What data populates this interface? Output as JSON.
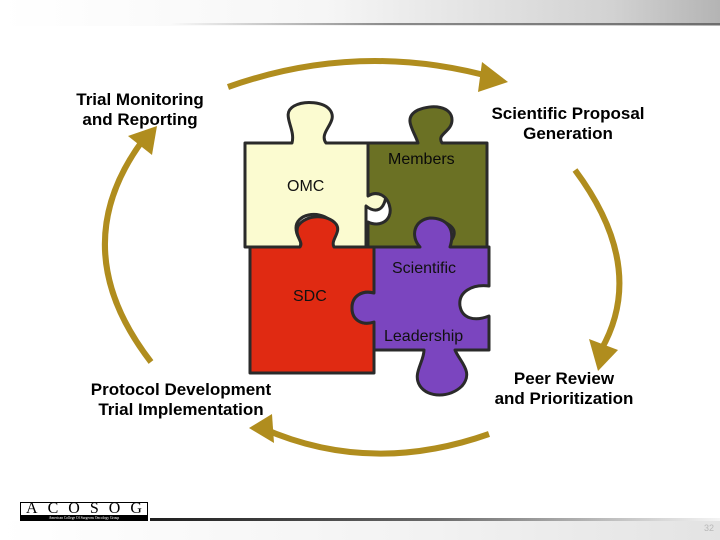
{
  "colors": {
    "arrow": "#b08d1e",
    "arrow_dark": "#8c6f16",
    "piece_omc": "#fbfbd0",
    "piece_members": "#6b7124",
    "piece_sdc": "#e02a12",
    "piece_scientific": "#7b45bf",
    "outline": "#2a2a2a"
  },
  "diagram": {
    "top_left_label": {
      "line1": "Trial Monitoring",
      "line2": "and Reporting"
    },
    "top_right_label": {
      "line1": "Scientific Proposal",
      "line2": "Generation"
    },
    "bottom_left_label": {
      "line1": "Protocol Development",
      "line2": "Trial Implementation"
    },
    "bottom_right_label": {
      "line1": "Peer Review",
      "line2": "and Prioritization"
    },
    "pieces": {
      "omc": "OMC",
      "members": "Members",
      "sdc": "SDC",
      "scientific": "Scientific",
      "leadership": "Leadership"
    }
  },
  "logo": {
    "letters": [
      "A",
      "C",
      "O",
      "S",
      "O",
      "G"
    ],
    "subtitle": "American College Of Surgeons Oncology Group"
  },
  "footer": {
    "page_number": "32"
  }
}
